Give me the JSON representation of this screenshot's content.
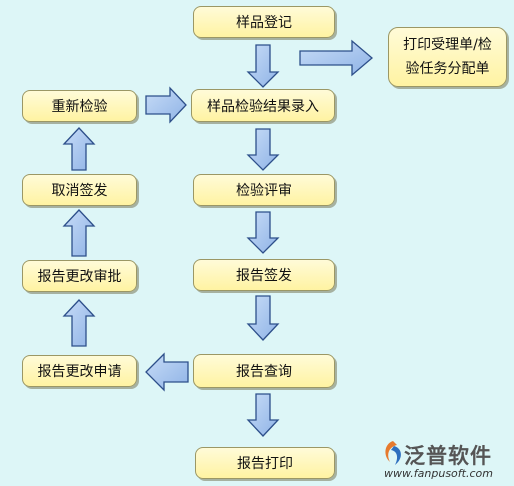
{
  "flow": {
    "register": "样品登记",
    "print_form": "打印受理单/检验任务分配单",
    "entry": "样品检验结果录入",
    "review": "检验评审",
    "sign": "报告签发",
    "query": "报告查询",
    "print_report": "报告打印",
    "recheck": "重新检验",
    "cancel_sign": "取消签发",
    "change_approve": "报告更改审批",
    "change_request": "报告更改申请"
  },
  "colors": {
    "arrow_fill": "#a9c8f2",
    "arrow_stroke": "#2d4f8a",
    "box_fill": "#fff6b8",
    "background": "#ddf6f7"
  },
  "logo": {
    "brand": "泛普软件",
    "url": "www.fanpusoft.com",
    "icon": "fanpu-logo-icon"
  }
}
